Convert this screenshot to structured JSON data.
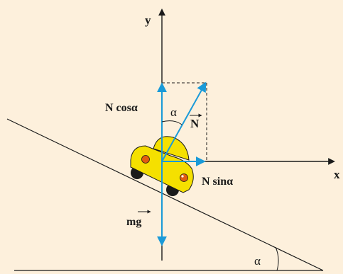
{
  "diagram": {
    "axis_x_label": "x",
    "axis_y_label": "y",
    "label_n_cos": "N cosα",
    "label_n_sin": "N sinα",
    "label_n_vector": "N",
    "label_mg": "mg",
    "label_alpha_top": "α",
    "label_alpha_incline": "α",
    "colors": {
      "background": "#fdf0dc",
      "vector_blue": "#1a9ad8",
      "car_body": "#f5e000",
      "car_wheels": "#1a1a1a",
      "car_lights": "#e25c10",
      "lines": "#1a1a1a"
    }
  }
}
